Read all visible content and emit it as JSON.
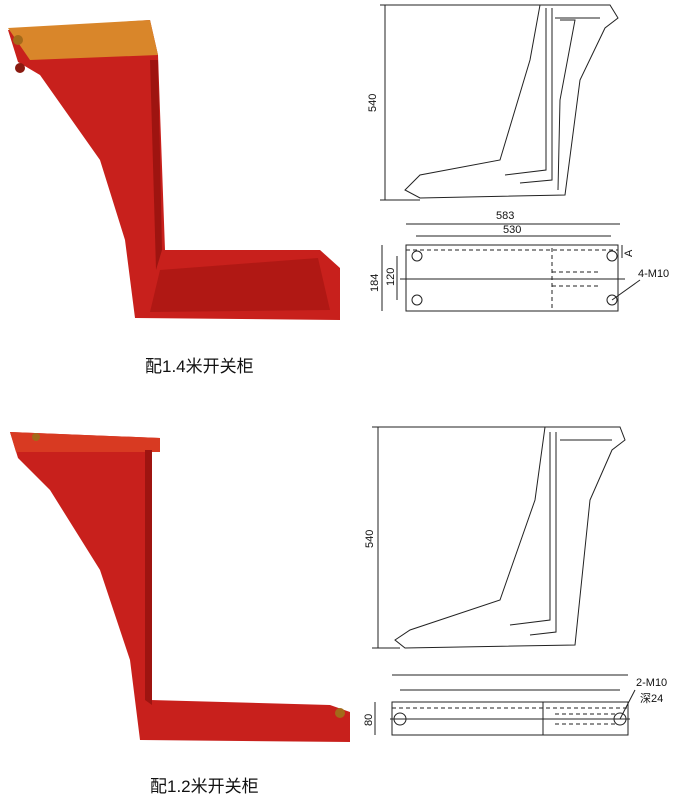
{
  "colors": {
    "bracket_red": "#c8201c",
    "bracket_dark": "#9e1410",
    "bracket_top": "#d9862a"
  },
  "top": {
    "caption": "配1.4米开关柜",
    "side_height": "540",
    "plan_overall": "583",
    "plan_holes": "530",
    "plan_width": "184",
    "plan_hole_spacing": "120",
    "plan_mark": "A",
    "plan_bolts": "4-M10"
  },
  "bottom": {
    "caption": "配1.2米开关柜",
    "side_height": "540",
    "plan_width": "80",
    "plan_bolts": "2-M10",
    "plan_depth": "深24"
  }
}
